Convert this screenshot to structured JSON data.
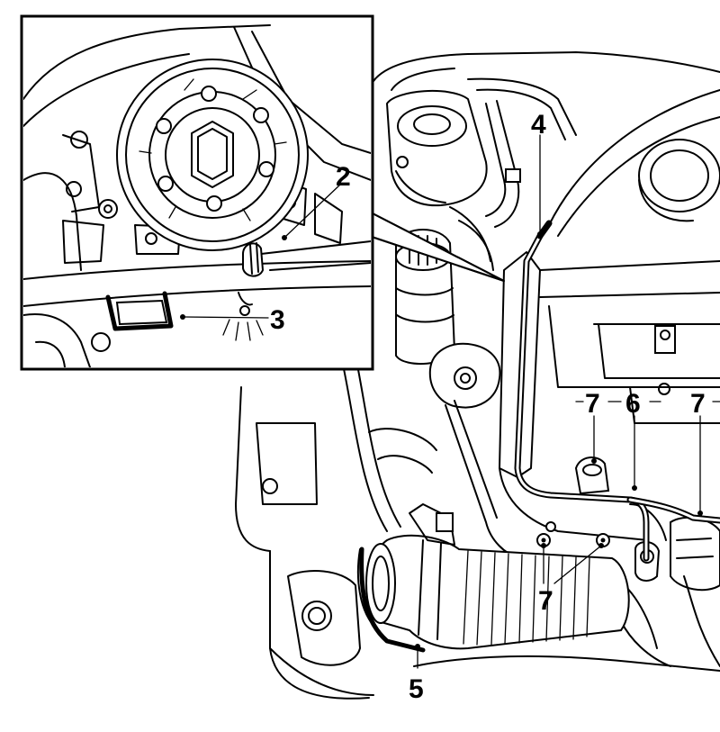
{
  "callouts": {
    "c2": "2",
    "c3": "3",
    "c4": "4",
    "c5": "5",
    "c6": "6",
    "c7a": "7",
    "c7b": "7",
    "c7c": "7"
  },
  "colors": {
    "line": "#000000",
    "background": "#ffffff"
  }
}
